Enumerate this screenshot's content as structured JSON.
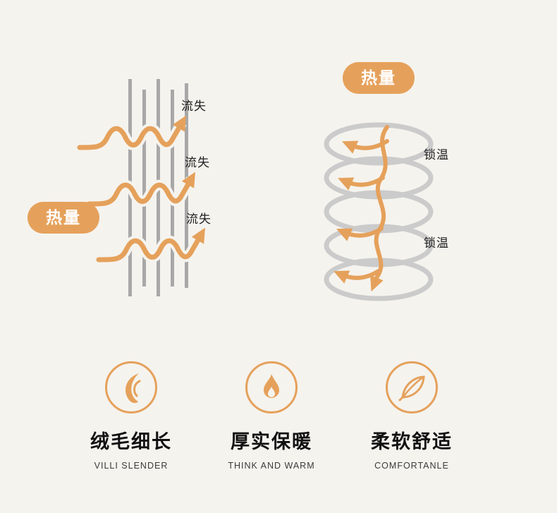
{
  "colors": {
    "background": "#f5f3ee",
    "accent": "#e5a15b",
    "fiber": "#a8a8a8",
    "coil": "#cbcbcb"
  },
  "left_diagram": {
    "heat_badge": "热量",
    "loss_labels": [
      "流失",
      "流失",
      "流失"
    ]
  },
  "right_diagram": {
    "heat_badge": "热量",
    "lock_labels": [
      "锁温",
      "锁温"
    ]
  },
  "features": [
    {
      "title": "绒毛细长",
      "subtitle": "VILLI SLENDER",
      "icon": "villi-icon"
    },
    {
      "title": "厚实保暖",
      "subtitle": "THINK AND WARM",
      "icon": "flame-icon"
    },
    {
      "title": "柔软舒适",
      "subtitle": "COMFORTANLE",
      "icon": "leaf-icon"
    }
  ]
}
